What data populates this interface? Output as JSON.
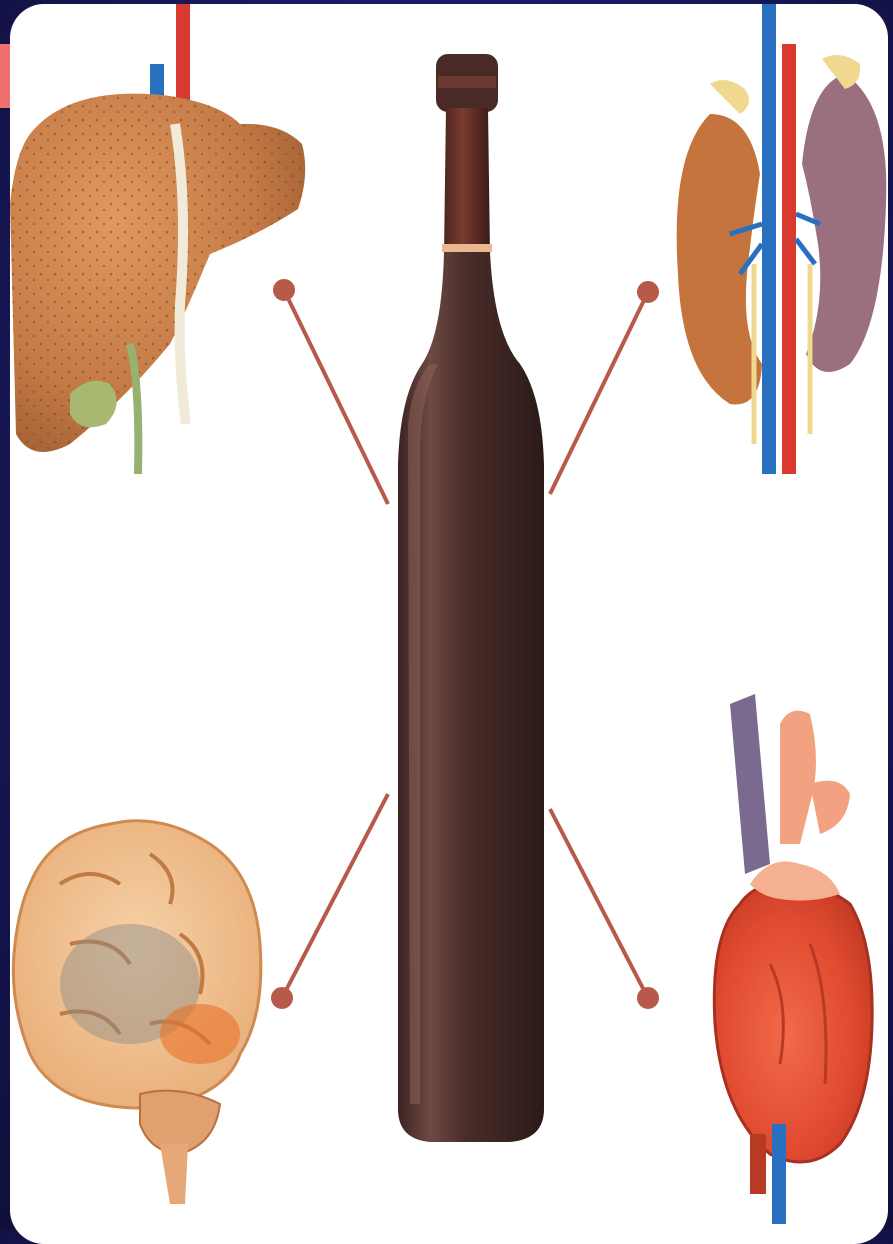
{
  "scene": {
    "background_color": "#1c1c66",
    "card_color": "#ffffff",
    "accent_color": "#f07070",
    "connector_color": "#b85a4a",
    "center_object": "wine-bottle",
    "organs": [
      "liver",
      "kidneys",
      "brain",
      "heart"
    ]
  }
}
